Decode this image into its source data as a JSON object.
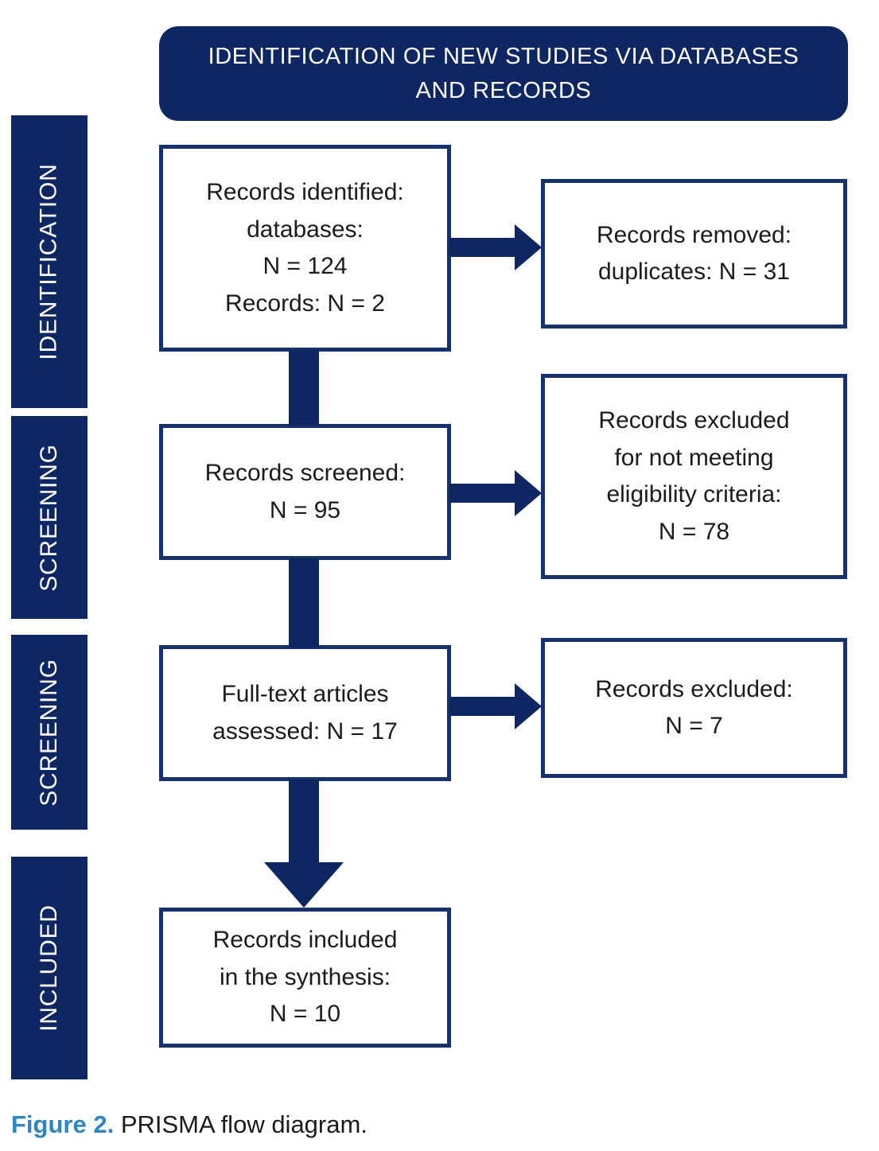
{
  "header": {
    "title": "IDENTIFICATION OF NEW STUDIES VIA DATABASES AND RECORDS",
    "lines": [
      "IDENTIFICATION OF NEW STUDIES VIA DATABASES",
      "AND RECORDS"
    ]
  },
  "sidebar": {
    "labels": [
      "IDENTIFICATION",
      "SCREENING",
      "SCREENING",
      "INCLUDED"
    ]
  },
  "flow": {
    "main_boxes": [
      {
        "lines": [
          "Records identified:",
          "databases:",
          "N = 124",
          "Records: N = 2"
        ]
      },
      {
        "lines": [
          "Records screened:",
          "N = 95"
        ]
      },
      {
        "lines": [
          "Full-text articles",
          "assessed: N = 17"
        ]
      },
      {
        "lines": [
          "Records included",
          "in the synthesis:",
          "N = 10"
        ]
      }
    ],
    "side_boxes": [
      {
        "lines": [
          "Records removed:",
          "duplicates: N = 31"
        ]
      },
      {
        "lines": [
          "Records excluded",
          "for not meeting",
          "eligibility criteria:",
          "N = 78"
        ]
      },
      {
        "lines": [
          "Records excluded:",
          "N = 7"
        ]
      }
    ]
  },
  "caption": {
    "label": "Figure 2.",
    "text": " PRISMA flow diagram."
  },
  "colors": {
    "navy": "#0e2662",
    "border": "#16316c",
    "caption_blue": "#2b86c2",
    "text": "#1b1b1d"
  }
}
